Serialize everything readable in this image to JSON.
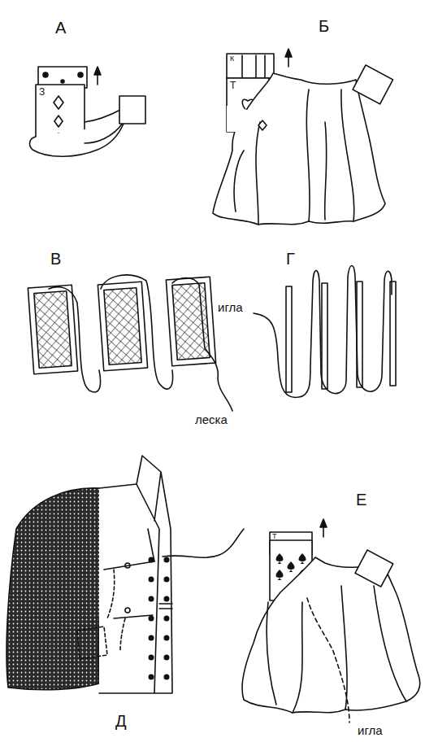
{
  "diagram": {
    "labels": [
      "А",
      "Б",
      "В",
      "Г",
      "игла",
      "леска",
      "Д",
      "Е",
      "игла",
      "З",
      "Т",
      "К",
      "Т"
    ]
  }
}
